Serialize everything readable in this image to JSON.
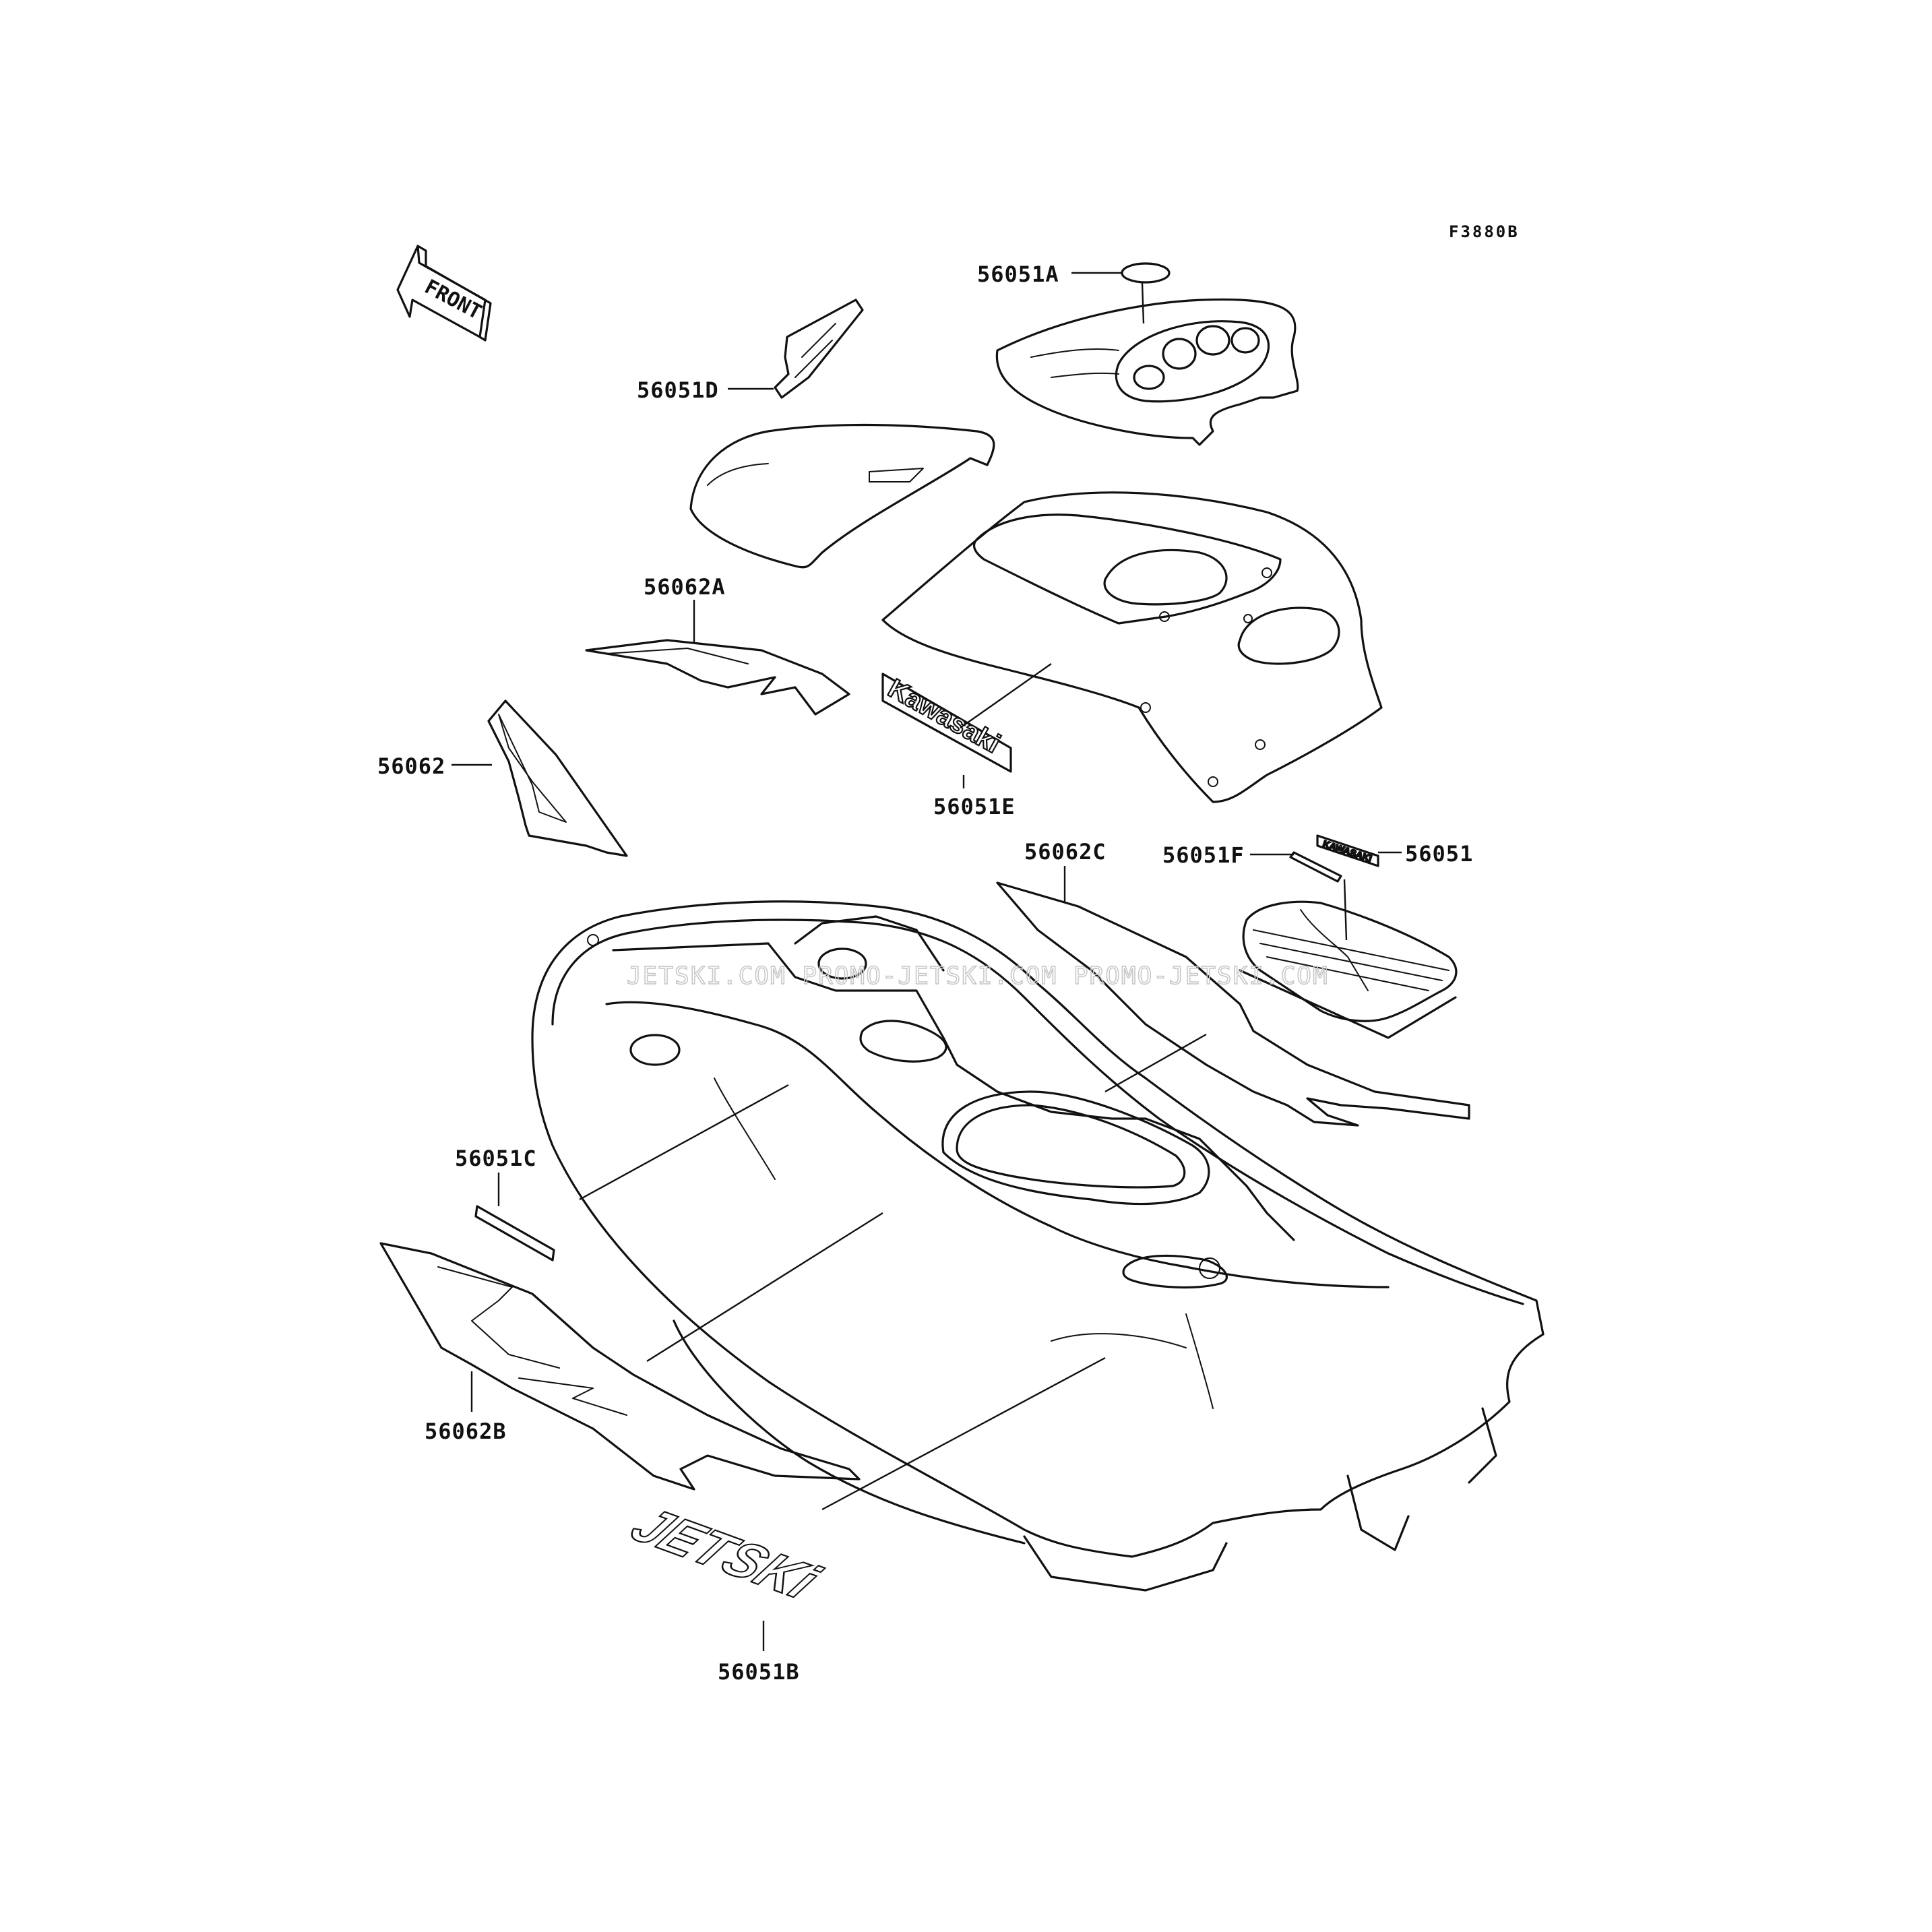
{
  "diagram_code": "F3880B",
  "front_indicator": "FRONT",
  "watermark": "JETSKI.COM  PROMO-JETSKI.COM  PROMO-JETSKI.COM",
  "decal_texts": {
    "kawasaki": "Kawasaki",
    "jetski": "JETSKi",
    "kawasaki_badge": "KAWASAKI"
  },
  "parts": [
    {
      "id": "56051A",
      "label": "56051A"
    },
    {
      "id": "56051D",
      "label": "56051D"
    },
    {
      "id": "56062A",
      "label": "56062A"
    },
    {
      "id": "56062",
      "label": "56062"
    },
    {
      "id": "56051E",
      "label": "56051E"
    },
    {
      "id": "56062C",
      "label": "56062C"
    },
    {
      "id": "56051F",
      "label": "56051F"
    },
    {
      "id": "56051",
      "label": "56051"
    },
    {
      "id": "56051C",
      "label": "56051C"
    },
    {
      "id": "56062B",
      "label": "56062B"
    },
    {
      "id": "56051B",
      "label": "56051B"
    }
  ]
}
